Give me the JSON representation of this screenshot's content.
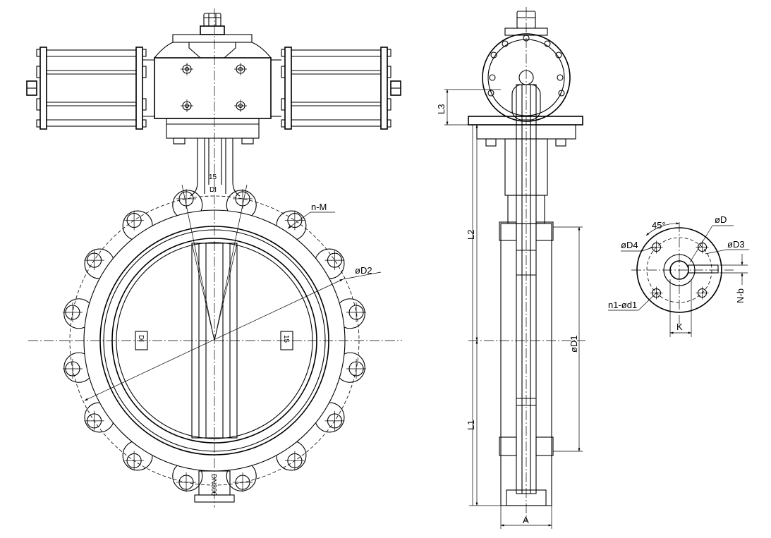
{
  "labels": {
    "n_m": "n-M",
    "d2": "øD2",
    "d1": "øD1",
    "l1": "L1",
    "l2": "L2",
    "l3": "L3",
    "a": "A",
    "d": "øD",
    "d3": "øD3",
    "d4": "øD4",
    "angle": "45°",
    "n1_d1": "n1-ød1",
    "n_b": "N-b",
    "k": "K",
    "di": "DI",
    "pressure": "15",
    "dn": "DN300"
  },
  "bolts": {
    "lug_count": 16,
    "flange_holes": 4
  }
}
